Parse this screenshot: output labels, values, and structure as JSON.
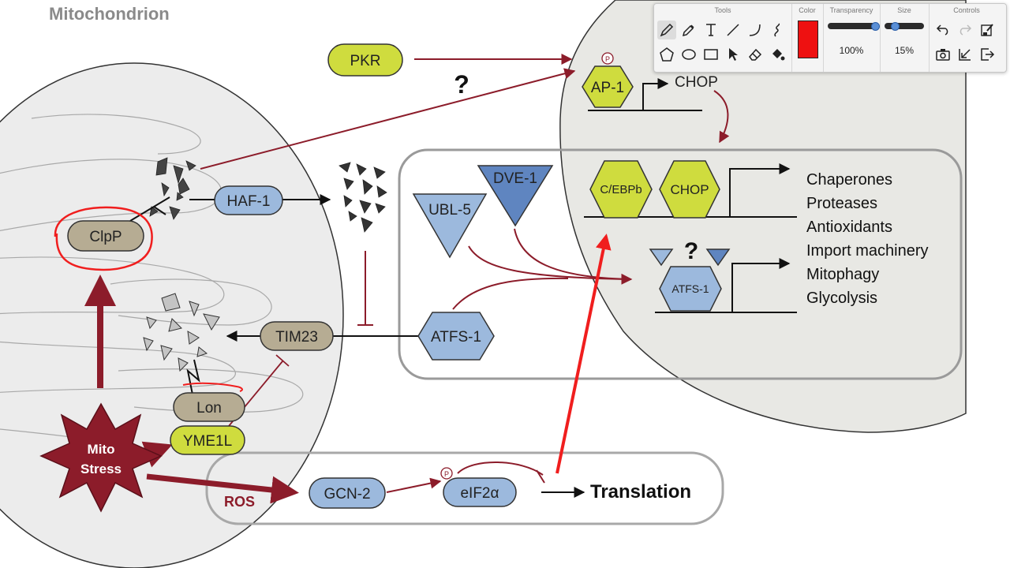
{
  "diagram": {
    "title": "Mitochondrion",
    "nodes": {
      "pkr": "PKR",
      "question_top": "?",
      "ap1": "AP-1",
      "p_mark": "P",
      "chop_top": "CHOP",
      "haf1": "HAF-1",
      "clpp": "ClpP",
      "ubl5": "UBL-5",
      "dve1": "DVE-1",
      "cebpb": "C/EBPb",
      "chop_hex": "CHOP",
      "question_mid": "?",
      "atfs1_nuc": "ATFS-1",
      "tim23": "TIM23",
      "atfs1": "ATFS-1",
      "lon": "Lon",
      "yme1l": "YME1L",
      "mito_stress_1": "Mito",
      "mito_stress_2": "Stress",
      "ros": "ROS",
      "gcn2": "GCN-2",
      "eif2a": "eIF2α",
      "translation": "Translation"
    },
    "outputs": [
      "Chaperones",
      "Proteases",
      "Antioxidants",
      "Import machinery",
      "Mitophagy",
      "Glycolysis"
    ],
    "colors": {
      "green": "#cfdc3e",
      "blue": "#9cb9dd",
      "dark_blue": "#5f85c0",
      "tan": "#b6ac93",
      "maroon": "#8c1c2a",
      "red_annotation": "#f01e1e",
      "nucleus": "#e8e8e4",
      "mito": "#ececec"
    }
  },
  "toolbar": {
    "tools_label": "Tools",
    "color_label": "Color",
    "transparency_label": "Transparency",
    "size_label": "Size",
    "controls_label": "Controls",
    "transparency_value": "100%",
    "size_value": "15%",
    "transparency_level": 1.0,
    "size_level": 0.15,
    "selected_color": "#ee1111",
    "tool_icons": [
      "pen-icon",
      "eyedropper-icon",
      "text-icon",
      "line-icon",
      "curve-icon",
      "freehand-icon",
      "polygon-icon",
      "ellipse-icon",
      "rectangle-icon",
      "pointer-icon",
      "eraser-icon",
      "fill-icon"
    ],
    "control_icons": [
      "undo-icon",
      "redo-icon",
      "clear-icon",
      "camera-icon",
      "collapse-icon",
      "exit-icon"
    ]
  }
}
